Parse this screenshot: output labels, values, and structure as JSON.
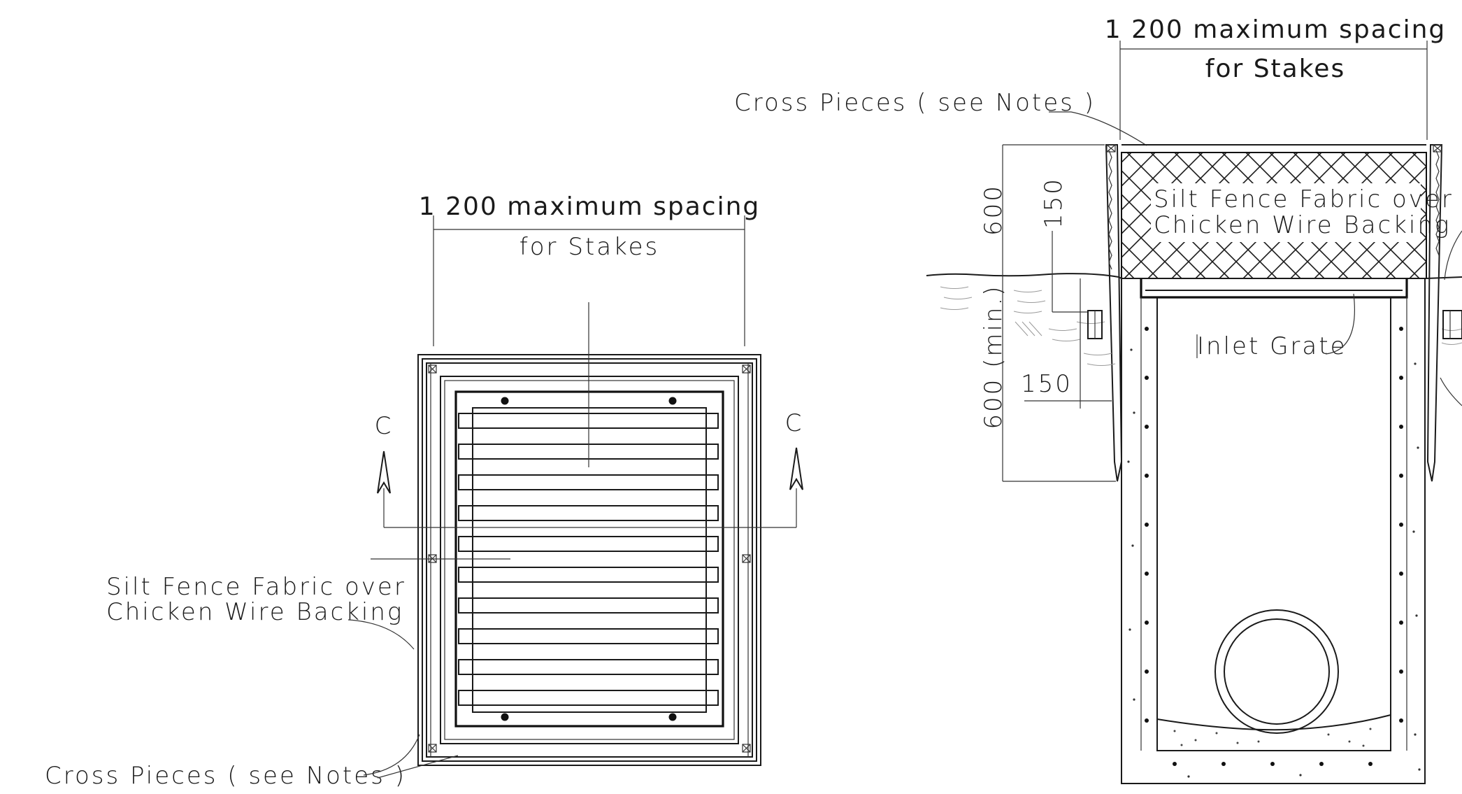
{
  "plan_view": {
    "spacing_label": "1 200 maximum spacing",
    "stakes_label": "for Stakes",
    "section_marker_left": "C",
    "section_marker_right": "C",
    "fabric_label_line1": "Silt Fence Fabric over",
    "fabric_label_line2": "Chicken Wire Backing",
    "cross_pieces_label": "Cross Pieces ( see Notes )"
  },
  "section_view": {
    "spacing_label": "1 200 maximum spacing",
    "stakes_label": "for Stakes",
    "cross_pieces_label": "Cross Pieces ( see Notes )",
    "fabric_label_line1": "Silt Fence Fabric over",
    "fabric_label_line2": "Chicken Wire Backing",
    "inlet_grate_label": "Inlet Grate",
    "dim_fence_height": "600",
    "dim_top_offset": "150",
    "dim_embed_depth": "600 (min.)",
    "dim_trench": "150"
  }
}
